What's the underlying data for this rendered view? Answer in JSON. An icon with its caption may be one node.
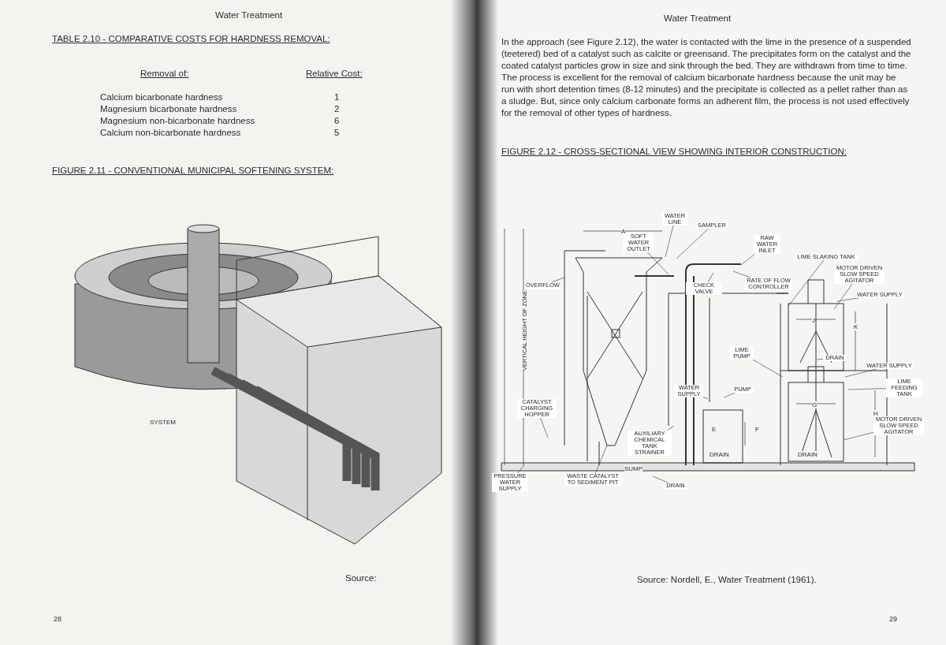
{
  "diagram": {
    "nodes": [
      {
        "text": [
          "WATER LINE"
        ]
      },
      {
        "text": [
          "SAMPLER"
        ]
      },
      {
        "text": [
          "SOFT WATER OUTLET"
        ]
      },
      {
        "text": [
          "RAW WATER INLET"
        ]
      },
      {
        "text": [
          "CHECK VALVE"
        ]
      },
      {
        "text": [
          "RATE OF FLOW CONTROLLER"
        ]
      },
      {
        "text": [
          "LIME SLAKING TANK"
        ]
      },
      {
        "text": [
          "MOTOR DRIVEN SLOW SPEED AGITATOR"
        ]
      },
      {
        "text": [
          "WATER SUPPLY"
        ]
      },
      {
        "text": [
          "OVERFLOW"
        ]
      },
      {
        "text": [
          "LIME PUMP"
        ]
      },
      {
        "text": [
          "DRAIN"
        ]
      },
      {
        "text": [
          "WATER SUPPLY"
        ]
      },
      {
        "text": [
          "LIME FEEDING TANK"
        ]
      },
      {
        "text": [
          "WATER SUPPLY"
        ]
      },
      {
        "text": [
          "PUMP"
        ]
      },
      {
        "text": [
          "CATALYST CHARGING HOPPER"
        ]
      },
      {
        "text": [
          "AUXILIARY CHEMICAL TANK",
          "STRAINER"
        ]
      },
      {
        "text": [
          "MOTOR DRIVEN SLOW SPEED AGITATOR"
        ]
      },
      {
        "text": [
          "PRESSURE WATER SUPPLY"
        ]
      },
      {
        "text": [
          "WASTE CATALYST TO SEDIMENT PIT"
        ]
      },
      {
        "text": [
          "DRAIN"
        ]
      }
    ],
    "edges": [
      {
        "from": 0,
        "to": null,
        "arrow": "none"
      },
      {
        "from": 1,
        "to": null,
        "arrow": "none"
      },
      {
        "from": 2,
        "to": null,
        "arrow": "none"
      },
      {
        "from": 3,
        "to": null,
        "arrow": "none"
      },
      {
        "from": 4,
        "to": null,
        "arrow": "none"
      },
      {
        "from": 5,
        "to": null,
        "arrow": "none"
      },
      {
        "from": 6,
        "to": null,
        "arrow": "none"
      },
      {
        "from": 7,
        "to": null,
        "arrow": "none"
      },
      {
        "from": 8,
        "to": null,
        "arrow": "none"
      },
      {
        "from": 9,
        "to": null,
        "arrow": "none"
      },
      {
        "from": 10,
        "to": null,
        "arrow": "none"
      },
      {
        "from": 11,
        "to": null,
        "arrow": "none"
      },
      {
        "from": 12,
        "to": null,
        "arrow": "none"
      },
      {
        "from": 13,
        "to": null,
        "arrow": "none"
      },
      {
        "from": 14,
        "to": null,
        "arrow": "none"
      },
      {
        "from": 15,
        "to": null,
        "arrow": "none"
      },
      {
        "from": 16,
        "to": null,
        "arrow": "none"
      },
      {
        "from": 17,
        "to": null,
        "arrow": "none"
      },
      {
        "from": 18,
        "to": null,
        "arrow": "none"
      },
      {
        "from": 19,
        "to": null,
        "arrow": "none"
      },
      {
        "from": 20,
        "to": null,
        "arrow": "none"
      },
      {
        "from": 21,
        "to": null,
        "arrow": "none"
      }
    ],
    "labels": [
      "Water Treatment",
      "TABLE 2.10 - COMPARATIVE COSTS FOR HARDNESS REMOVAL:",
      "Removal of:",
      "Relative Cost:",
      "Calcium bicarbonate hardness",
      "1",
      "Magnesium bicarbonate hardness",
      "2",
      "Magnesium non-bicarbonate hardness",
      "6",
      "Calcium non-bicarbonate hardness",
      "5",
      "FIGURE 2.11 - CONVENTIONAL MUNICIPAL SOFTENING SYSTEM:",
      "SYSTEM",
      "Source:",
      "28",
      "Water Treatment",
      "In the approach (see Figure 2.12), the water is contacted with the lime in the presence of a suspended (teetered) bed of a catalyst such as calcite or greensand. The precipitates form on the catalyst and the coated catalyst particles grow in size and sink through the bed. They are withdrawn from time to time. The process is excellent for the removal of calcium bicarbonate hardness because the unit may be run with short detention times (8-12 minutes) and the precipitate is collected as a pellet rather than as a sludge. But, since only calcium carbonate forms an adherent film, the process is not used effectively for the removal of other types of hardness.",
      "FIGURE 2.12 - CROSS-SECTIONAL VIEW SHOWING INTERIOR CONSTRUCTION:",
      "A",
      "VERTICAL HEIGHT OF ZONE",
      "J",
      "K",
      "G",
      "H",
      "E",
      "F",
      "DRAIN",
      "DRAIN",
      "SUMP",
      "Source: Nordell, E., Water Treatment (1961).",
      "29"
    ]
  }
}
